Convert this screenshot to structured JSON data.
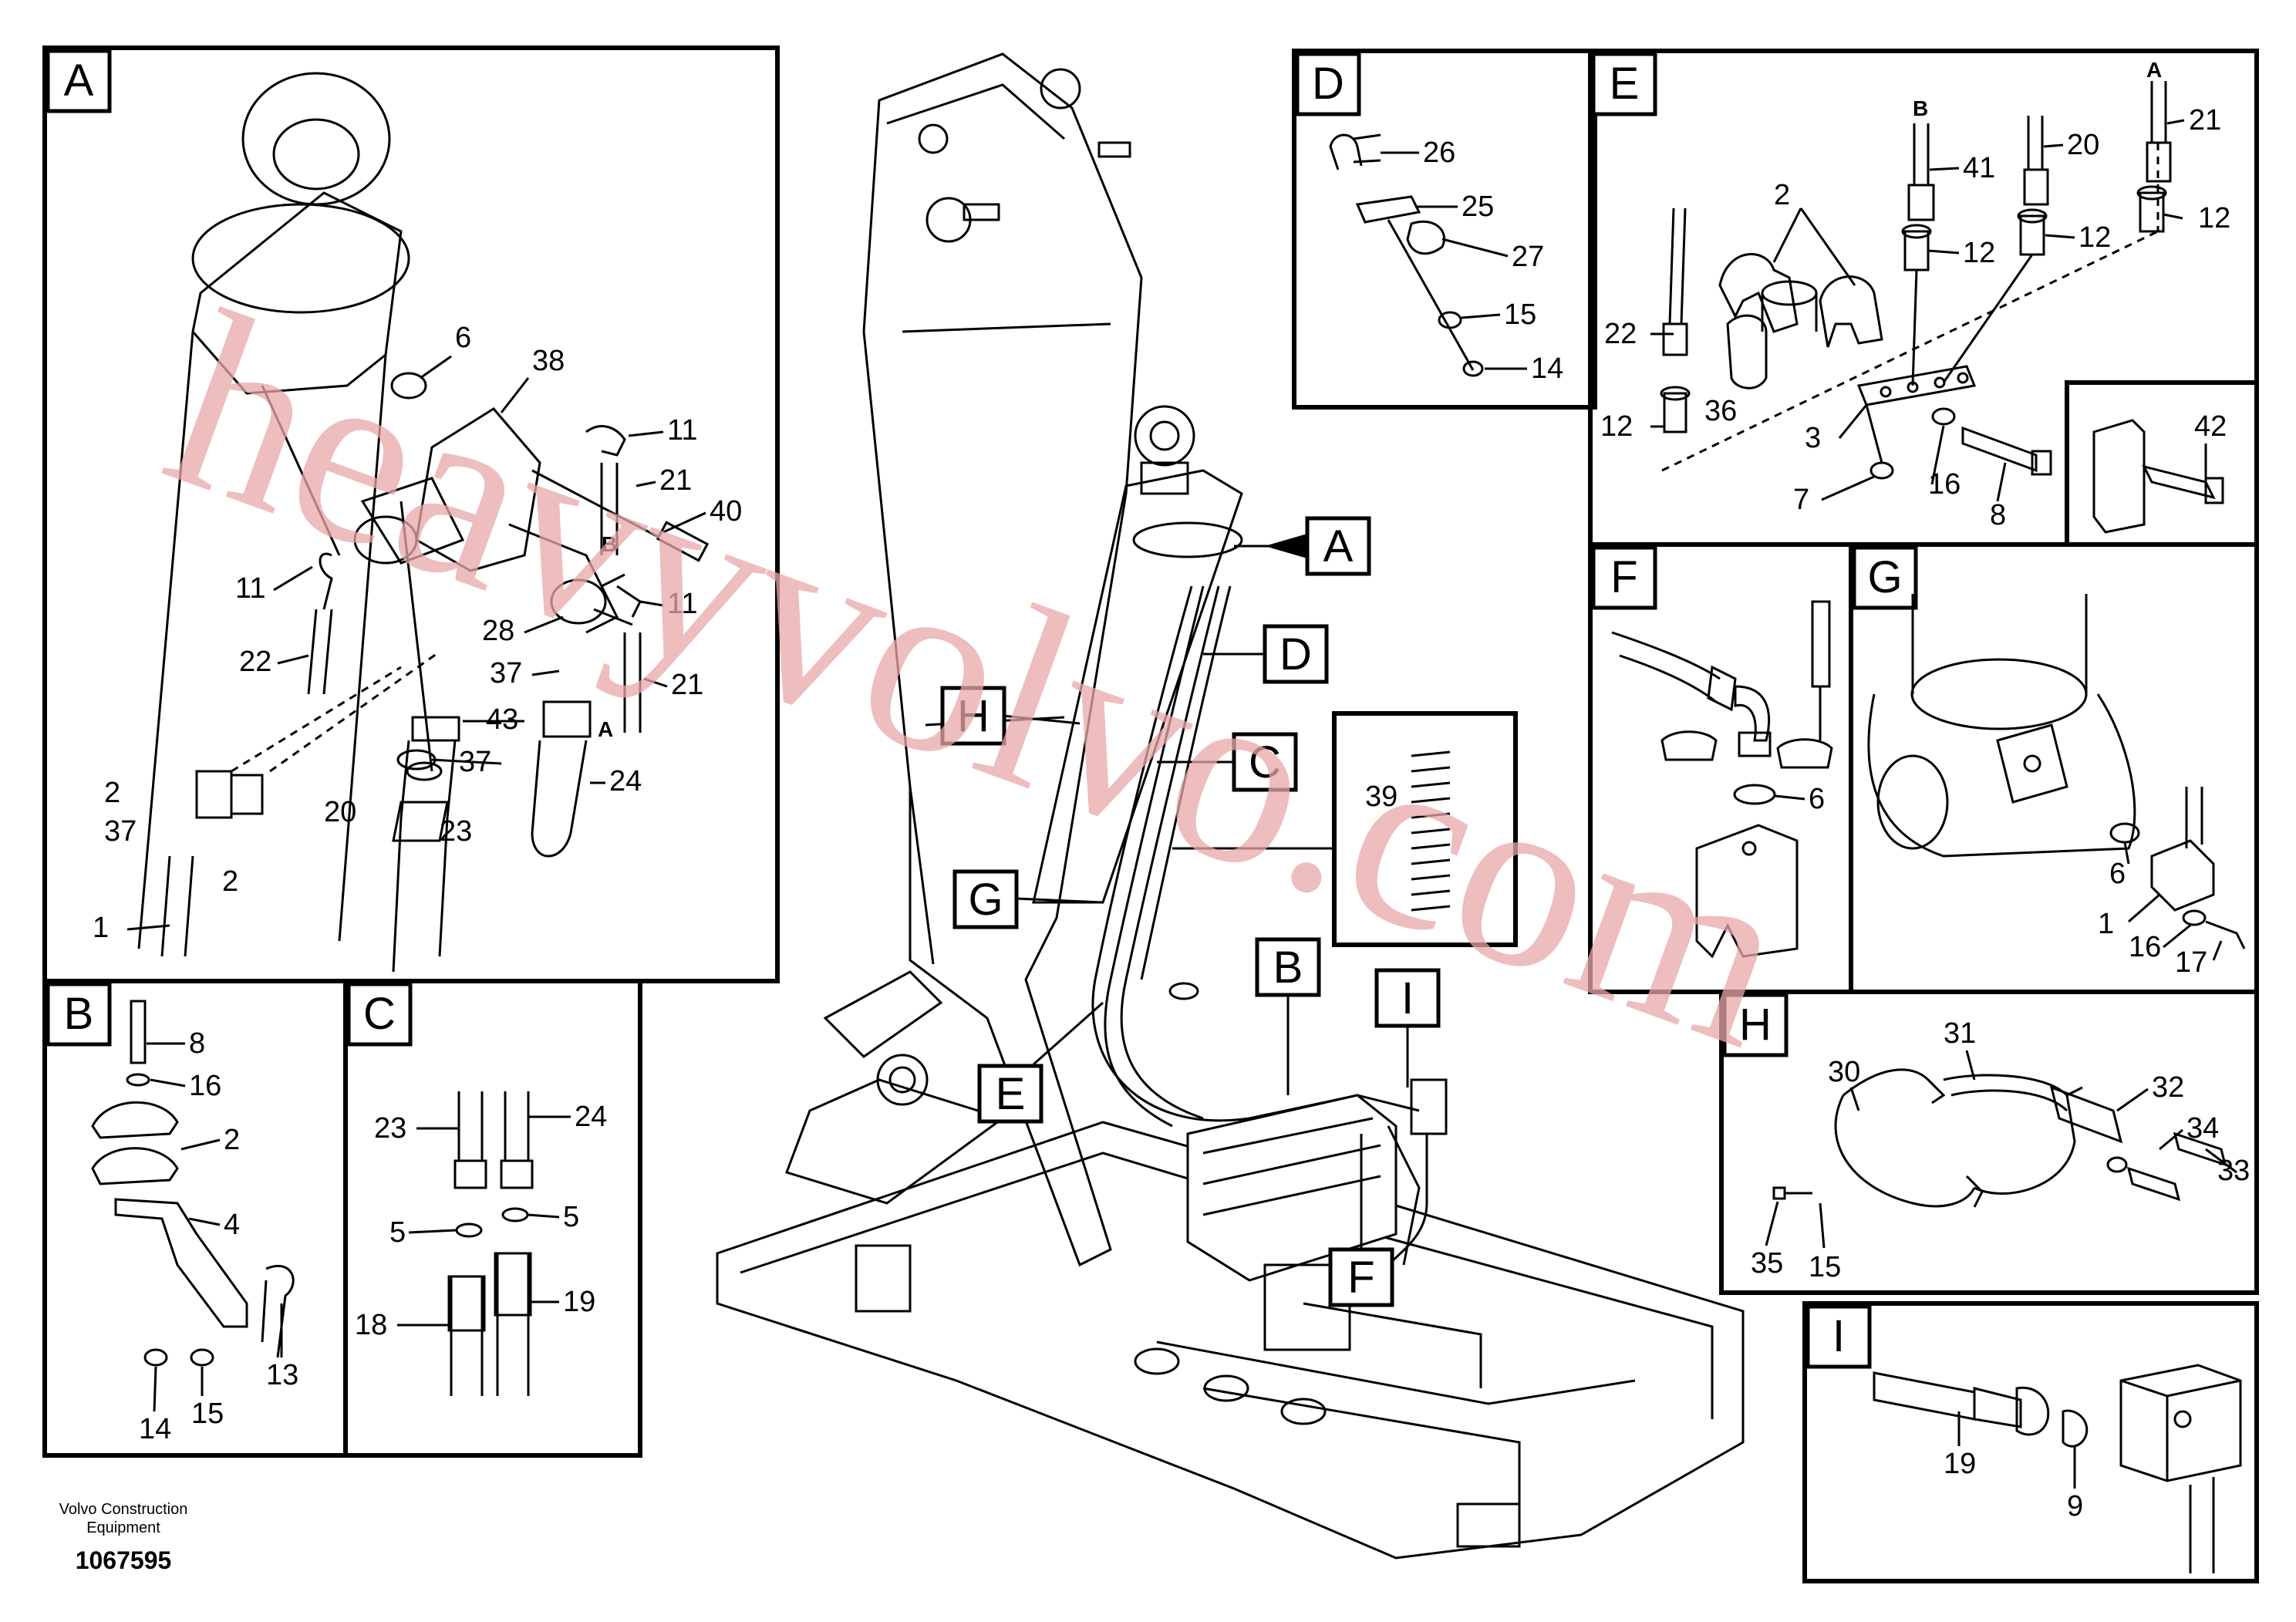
{
  "panels": {
    "A": {
      "letter": "A",
      "callouts": [
        "6",
        "38",
        "11",
        "21",
        "40",
        "11",
        "22",
        "28",
        "11",
        "37",
        "21",
        "43",
        "37",
        "24",
        "23",
        "1",
        "20",
        "2",
        "37",
        "2"
      ],
      "letters": [
        "B",
        "A"
      ]
    },
    "B": {
      "letter": "B",
      "callouts": [
        "8",
        "16",
        "2",
        "4",
        "13",
        "14",
        "15"
      ]
    },
    "C": {
      "letter": "C",
      "callouts": [
        "23",
        "24",
        "5",
        "5",
        "18",
        "19"
      ]
    },
    "D": {
      "letter": "D",
      "callouts": [
        "26",
        "25",
        "27",
        "15",
        "14"
      ]
    },
    "E": {
      "letter": "E",
      "callouts": [
        "21",
        "20",
        "41",
        "2",
        "12",
        "12",
        "12",
        "22",
        "36",
        "12",
        "3",
        "16",
        "7",
        "8",
        "42"
      ],
      "letters": [
        "A",
        "B"
      ]
    },
    "F": {
      "letter": "F",
      "callouts": [
        "6"
      ]
    },
    "G": {
      "letter": "G",
      "callouts": [
        "6",
        "1",
        "16",
        "17"
      ]
    },
    "H": {
      "letter": "H",
      "callouts": [
        "30",
        "31",
        "32",
        "34",
        "33",
        "35",
        "15"
      ]
    },
    "I": {
      "letter": "I",
      "callouts": [
        "19",
        "9"
      ]
    }
  },
  "main_view": {
    "tags": [
      "A",
      "D",
      "H",
      "C",
      "39",
      "G",
      "B",
      "I",
      "E",
      "F"
    ]
  },
  "footer": {
    "company_line1": "Volvo Construction",
    "company_line2": "Equipment",
    "drawing_number": "1067595"
  },
  "watermark": "heavyvolvo.com"
}
